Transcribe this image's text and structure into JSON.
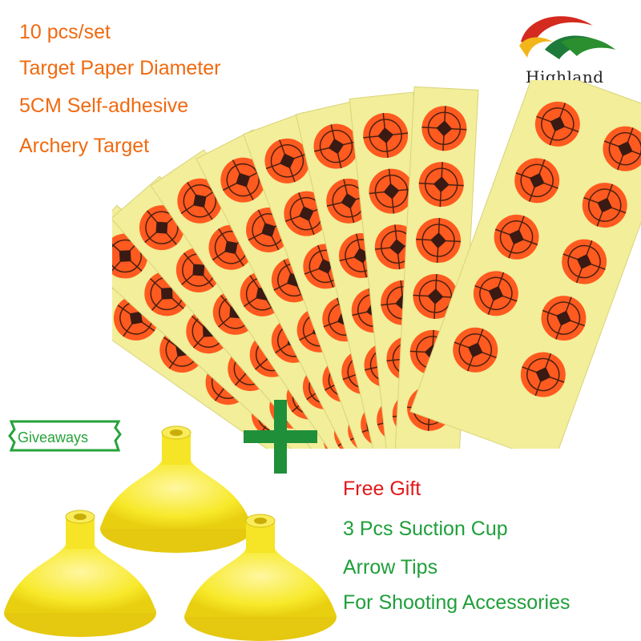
{
  "headline": {
    "line1": "10 pcs/set",
    "line2": "Target Paper Diameter",
    "line3": "5CM  Self-adhesive",
    "line4": "Archery Target"
  },
  "brand": {
    "name": "Highland",
    "colors": {
      "red": "#d42a1f",
      "yellow": "#f2b51a",
      "green": "#1e7a3a"
    }
  },
  "product": {
    "sheet_color": "#f2ee9a",
    "target_color": "#ff5a1f",
    "center_color": "#3a1a12"
  },
  "giveaways": {
    "label": "Giveaways",
    "color": "#26a33a"
  },
  "plus": {
    "color": "#1f8f3a"
  },
  "gift": {
    "line1": "Free  Gift",
    "line2": "3 Pcs Suction Cup",
    "line3": "Arrow Tips",
    "line4": "For Shooting Accessories"
  },
  "cups": {
    "count": 3,
    "color": "#f7e92a"
  }
}
